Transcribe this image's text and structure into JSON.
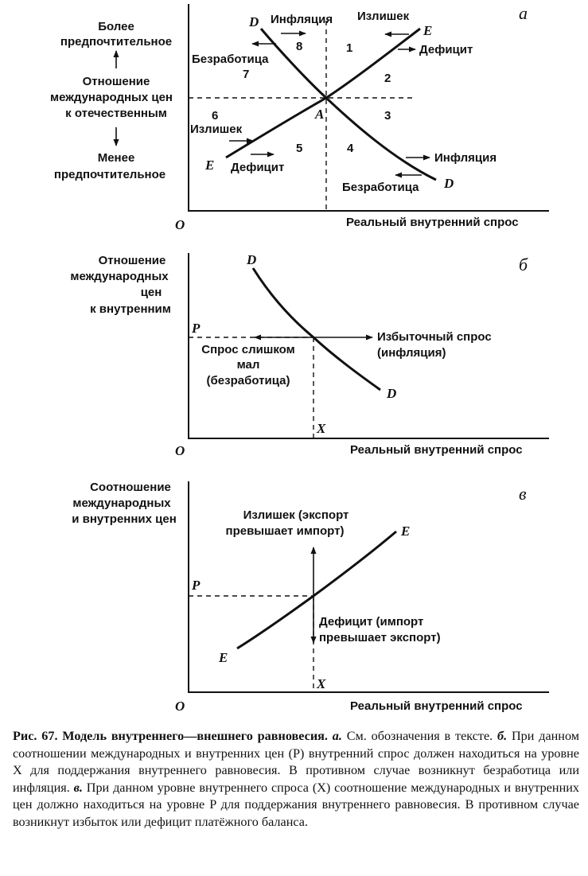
{
  "panel_a": {
    "letter": "а",
    "origin": "O",
    "xlabel": "Реальный внутренний спрос",
    "y_top_1": "Более",
    "y_top_2": "предпочтительное",
    "y_mid_1": "Отношение",
    "y_mid_2": "международных цен",
    "y_mid_3": "к отечественным",
    "y_bot_1": "Менее",
    "y_bot_2": "предпочтительное",
    "curve_dd_label": "D",
    "curve_ee_label": "E",
    "point_label": "A",
    "zones": [
      "1",
      "2",
      "3",
      "4",
      "5",
      "6",
      "7",
      "8"
    ],
    "inflation": "Инфляция",
    "surplus": "Излишек",
    "deficit": "Дефицит",
    "unemployment": "Безработица"
  },
  "panel_b": {
    "letter": "б",
    "origin": "O",
    "xlabel": "Реальный внутренний спрос",
    "y_1": "Отношение",
    "y_2": "международных",
    "y_3": "цен",
    "y_4": "к внутренним",
    "p_label": "P",
    "x_label": "X",
    "curve_label": "D",
    "left_1": "Спрос слишком",
    "left_2": "мал",
    "left_3": "(безработица)",
    "right_1": "Избыточный спрос",
    "right_2": "(инфляция)"
  },
  "panel_c": {
    "letter": "в",
    "origin": "O",
    "xlabel": "Реальный внутренний спрос",
    "y_1": "Соотношение",
    "y_2": "международных",
    "y_3": "и внутренних цен",
    "p_label": "P",
    "x_label": "X",
    "curve_label": "E",
    "up_1": "Излишек (экспорт",
    "up_2": "превышает импорт)",
    "down_1": "Дефицит (импорт",
    "down_2": "превышает экспорт)"
  },
  "caption": {
    "title": "Рис. 67. Модель внутреннего—внешнего равновесия.",
    "a_letter": "а.",
    "a_text": "См. обозначения в тексте.",
    "b_letter": "б.",
    "b_text": "При данном соотношении международных и внутренних цен (P) внутренний спрос должен находиться на уровне X для поддержания внутреннего равновесия. В противном случае возникнут безработица или инфляция.",
    "c_letter": "в.",
    "c_text": "При данном уровне внутреннего спроса (X) соотношение международных и внутренних цен должно находиться на уровне P для поддержания внутреннего равновесия. В противном случае возникнут избыток или дефицит платёжного баланса."
  }
}
